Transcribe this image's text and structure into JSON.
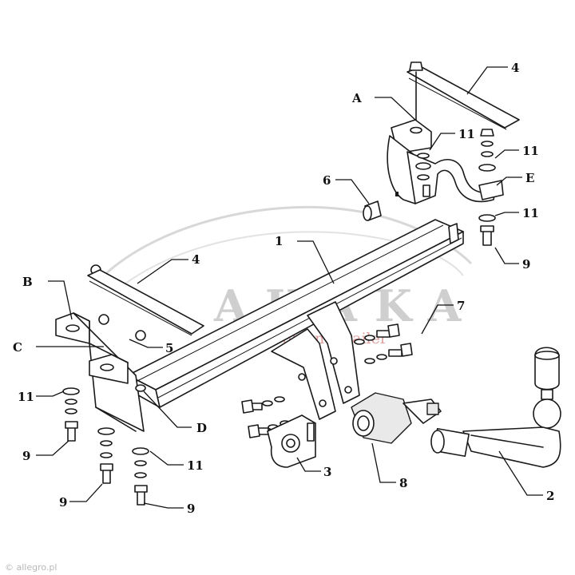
{
  "watermark": {
    "brand": "AHAKA",
    "tagline": "hook and trailer"
  },
  "credit": "© allegro.pl",
  "callouts": [
    {
      "id": "c-1",
      "text": "1"
    },
    {
      "id": "c-2",
      "text": "2"
    },
    {
      "id": "c-3",
      "text": "3"
    },
    {
      "id": "c-4a",
      "text": "4"
    },
    {
      "id": "c-4b",
      "text": "4"
    },
    {
      "id": "c-5",
      "text": "5"
    },
    {
      "id": "c-6",
      "text": "6"
    },
    {
      "id": "c-7",
      "text": "7"
    },
    {
      "id": "c-8",
      "text": "8"
    },
    {
      "id": "c-9a",
      "text": "9"
    },
    {
      "id": "c-9b",
      "text": "9"
    },
    {
      "id": "c-9c",
      "text": "9"
    },
    {
      "id": "c-9d",
      "text": "9"
    },
    {
      "id": "c-11a",
      "text": "11"
    },
    {
      "id": "c-11b",
      "text": "11"
    },
    {
      "id": "c-11c",
      "text": "11"
    },
    {
      "id": "c-11d",
      "text": "11"
    },
    {
      "id": "c-11e",
      "text": "11"
    },
    {
      "id": "c-A",
      "text": "A"
    },
    {
      "id": "c-B",
      "text": "B"
    },
    {
      "id": "c-C",
      "text": "C"
    },
    {
      "id": "c-D",
      "text": "D"
    },
    {
      "id": "c-E",
      "text": "E"
    }
  ]
}
